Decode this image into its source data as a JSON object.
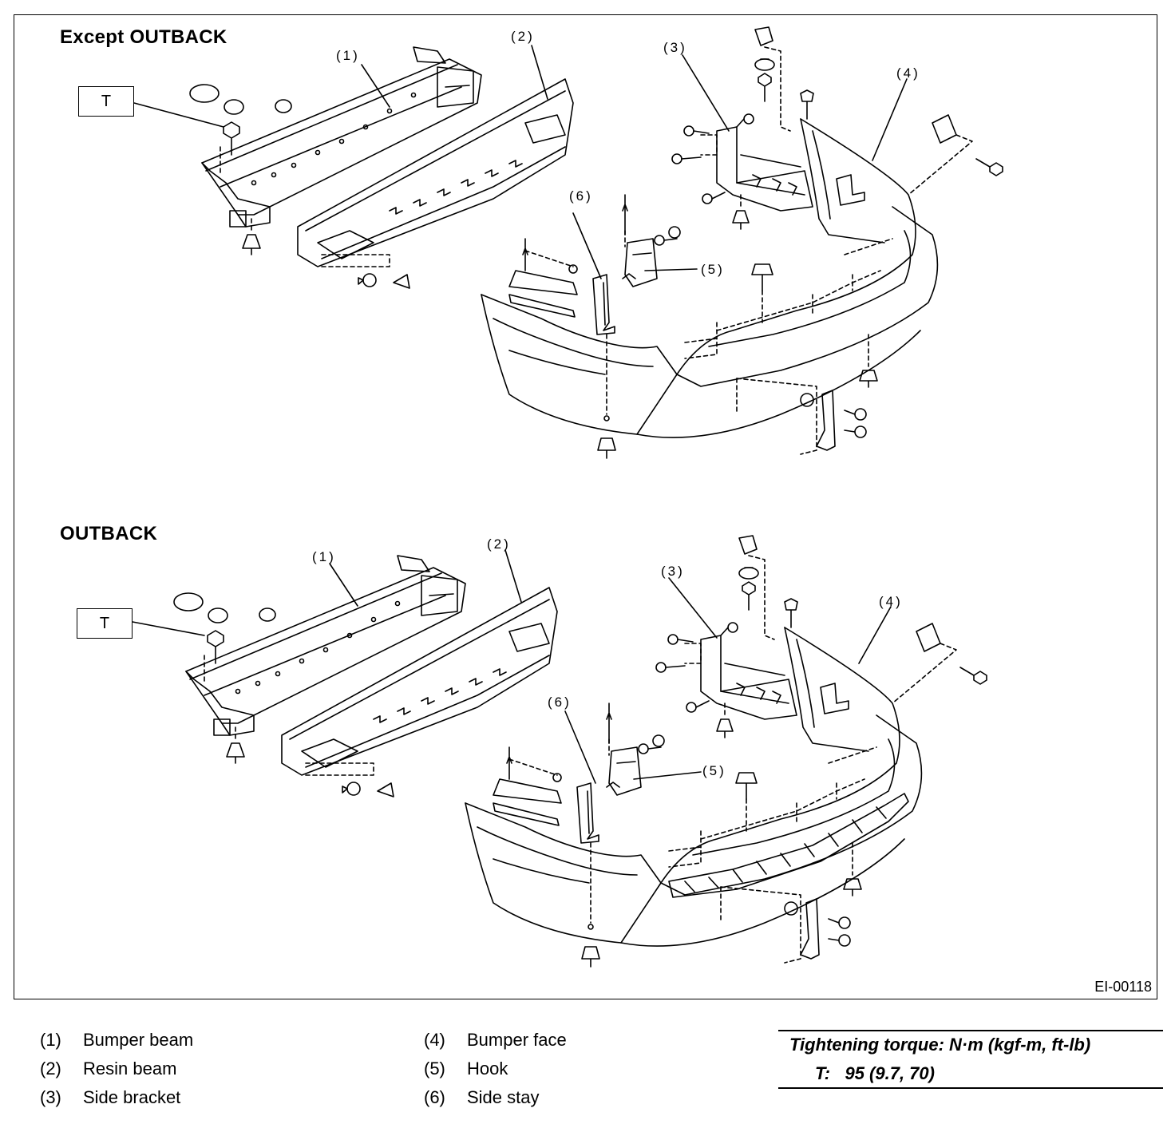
{
  "sections": [
    {
      "title": "Except OUTBACK",
      "torque_tag": "T"
    },
    {
      "title": "OUTBACK",
      "torque_tag": "T"
    }
  ],
  "callouts": [
    "(1)",
    "(2)",
    "(3)",
    "(4)",
    "(5)",
    "(6)"
  ],
  "figure_id": "EI-00118",
  "legend": [
    {
      "num": "(1)",
      "label": "Bumper beam"
    },
    {
      "num": "(2)",
      "label": "Resin beam"
    },
    {
      "num": "(3)",
      "label": "Side bracket"
    },
    {
      "num": "(4)",
      "label": "Bumper face"
    },
    {
      "num": "(5)",
      "label": "Hook"
    },
    {
      "num": "(6)",
      "label": "Side stay"
    }
  ],
  "torque": {
    "title": "Tightening torque: N·m (kgf-m, ft-lb)",
    "value": "T:   95 (9.7, 70)"
  }
}
